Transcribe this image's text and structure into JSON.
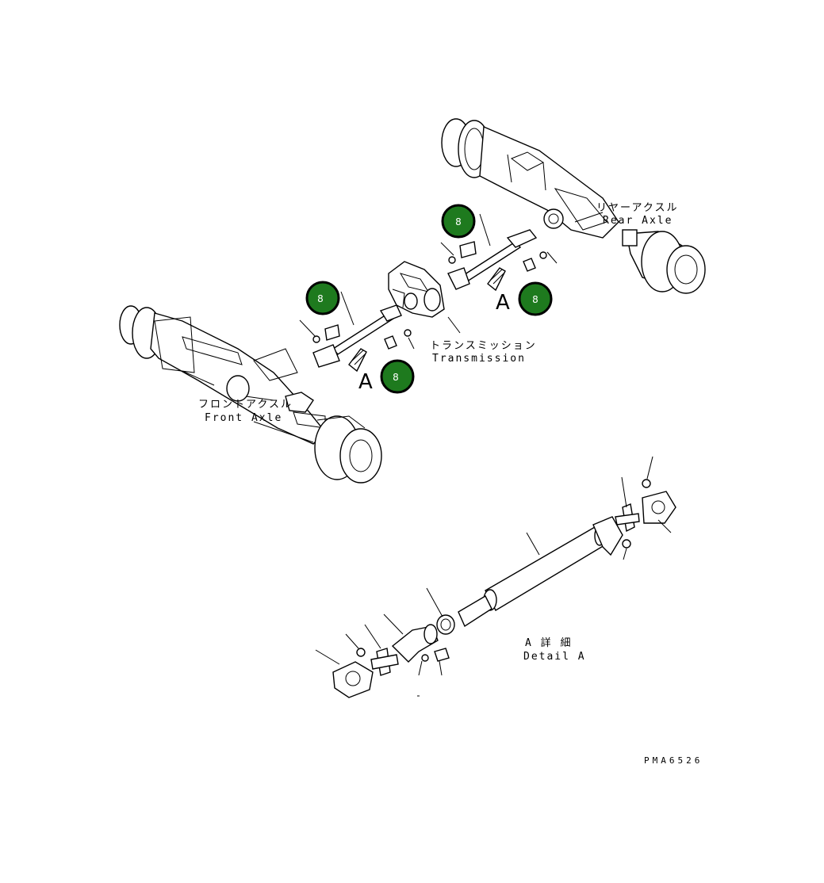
{
  "labels": {
    "rear_axle_jp": "リヤーアクスル",
    "rear_axle_en": "Rear Axle",
    "front_axle_jp": "フロントアクスル",
    "front_axle_en": "Front Axle",
    "transmission_jp": "トランスミッション",
    "transmission_en": "Transmission",
    "detail_jp": "A 詳 細",
    "detail_en": "Detail A",
    "view_a_1": "A",
    "view_a_2": "A",
    "drawing_code": "PMA6526"
  },
  "badges": [
    "8",
    "8",
    "8",
    "8"
  ],
  "colors": {
    "badge_fill": "#1e7a1e",
    "badge_ring": "#000000",
    "line": "#000000"
  }
}
